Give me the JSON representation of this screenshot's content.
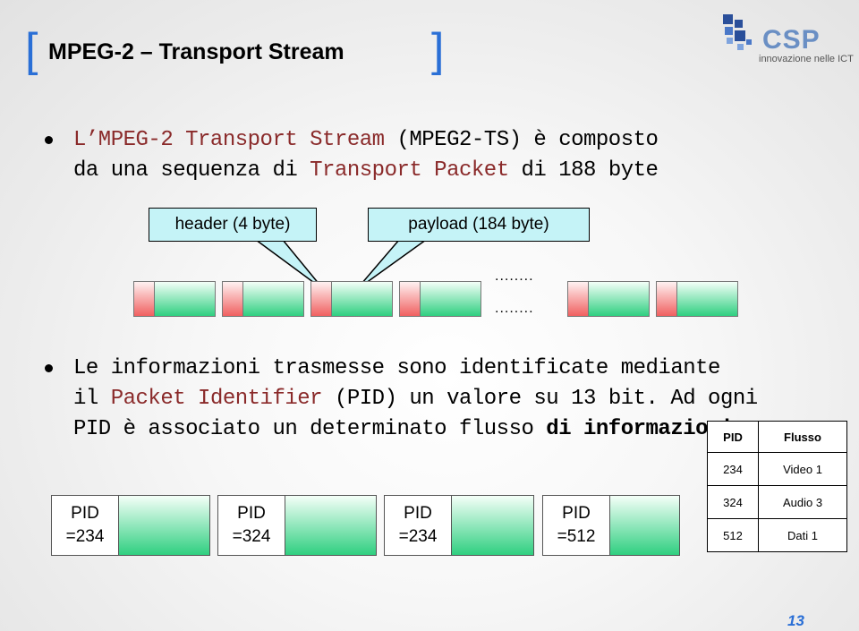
{
  "title": {
    "open_bracket": "[",
    "text": "MPEG-2 – Transport Stream",
    "close_bracket": "]"
  },
  "logo": {
    "name": "CSP",
    "tagline": "innovazione nelle ICT"
  },
  "bullet1": {
    "line1_a": "L’MPEG-2 Transport Stream ",
    "line1_b": "(MPEG2-TS) è composto",
    "line2_a": "da una sequenza di ",
    "line2_b": "Transport Packet ",
    "line2_c": "di 188 byte"
  },
  "callouts": {
    "header": "header (4 byte)",
    "payload": "payload (184 byte)"
  },
  "packets": {
    "dots": "........"
  },
  "bullet2": {
    "line1": "Le informazioni trasmesse sono identificate mediante",
    "line2_a": "il ",
    "line2_b": "Packet Identifier ",
    "line2_c": "(PID) un valore su 13 bit. Ad ogni",
    "line3_a": "PID è associato un determinato flusso ",
    "line3_b": "di informazioni"
  },
  "pid_blocks": [
    {
      "label": "PID",
      "value": "=234"
    },
    {
      "label": "PID",
      "value": "=324"
    },
    {
      "label": "PID",
      "value": "=234"
    },
    {
      "label": "PID",
      "value": "=512"
    }
  ],
  "pid_table": {
    "headers": [
      "PID",
      "Flusso"
    ],
    "rows": [
      [
        "234",
        "Video 1"
      ],
      [
        "324",
        "Audio 3"
      ],
      [
        "512",
        "Dati 1"
      ]
    ]
  },
  "page_number": "13",
  "colors": {
    "accent": "#2a6fd6",
    "callout_bg": "#c5f3f7",
    "payload_green": "#2fcf80",
    "header_red": "#f06060"
  }
}
